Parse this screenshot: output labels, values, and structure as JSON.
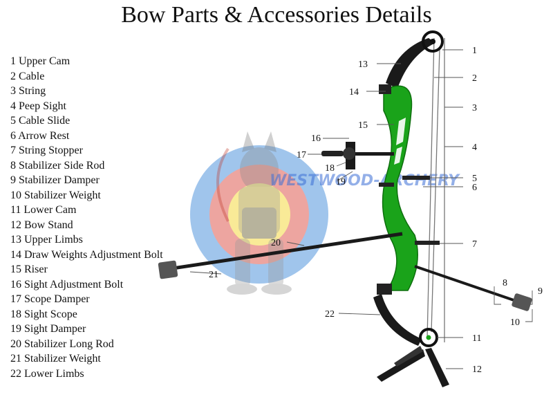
{
  "title": "Bow Parts & Accessories Details",
  "parts": [
    "1 Upper Cam",
    "2 Cable",
    "3 String",
    "4 Peep Sight",
    "5 Cable Slide",
    "6 Arrow Rest",
    "7 String Stopper",
    "8 Stabilizer Side Rod",
    "9 Stabilizer Damper",
    "10 Stabilizer Weight",
    "11 Lower Cam",
    "12 Bow Stand",
    "13 Upper Limbs",
    "14 Draw Weights Adjustment Bolt",
    "15 Riser",
    "16 Sight Adjustment Bolt",
    "17 Scope Damper",
    "18 Sight Scope",
    "19 Sight Damper",
    "20 Stabilizer Long Rod",
    "21 Stabilizer Weight",
    "22 Lower Limbs"
  ],
  "callouts": [
    "1",
    "2",
    "3",
    "4",
    "5",
    "6",
    "7",
    "8",
    "9",
    "10",
    "11",
    "12",
    "13",
    "14",
    "15",
    "16",
    "17",
    "18",
    "19",
    "20",
    "21",
    "22"
  ],
  "watermark": "WESTWOOD-ARCHERY",
  "colors": {
    "riser": "#1aa31a",
    "rod": "#1a1a1a",
    "target_blue": "#2f7fd6",
    "target_red": "#d83a2f",
    "target_yellow": "#f2d21b",
    "leader": "#555555"
  }
}
